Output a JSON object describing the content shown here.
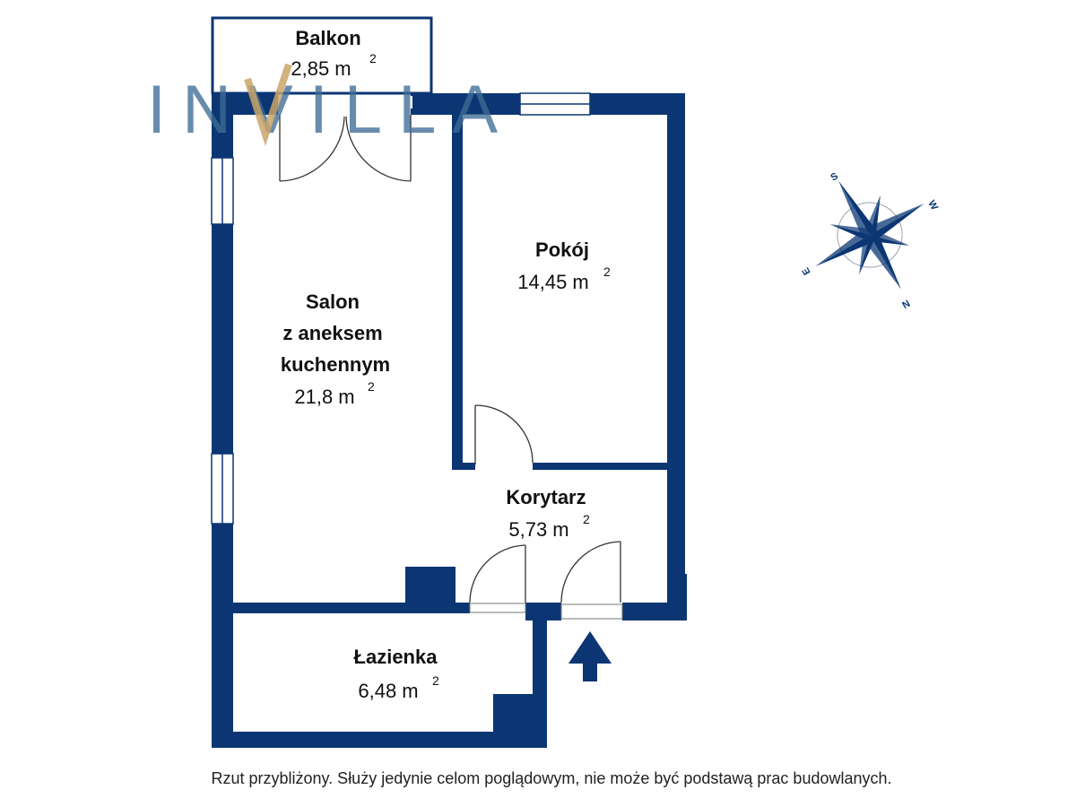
{
  "brand": {
    "logo_text": "INVILLA"
  },
  "rooms": [
    {
      "id": "balkon",
      "name_lines": [
        "Balkon"
      ],
      "area": "2,85 m",
      "sup": "2"
    },
    {
      "id": "salon",
      "name_lines": [
        "Salon",
        "z aneksem",
        "kuchennym"
      ],
      "area": "21,8 m",
      "sup": "2"
    },
    {
      "id": "pokoj",
      "name_lines": [
        "Pokój"
      ],
      "area": "14,45 m",
      "sup": "2"
    },
    {
      "id": "korytarz",
      "name_lines": [
        "Korytarz"
      ],
      "area": "5,73 m",
      "sup": "2"
    },
    {
      "id": "lazienka",
      "name_lines": [
        "Łazienka"
      ],
      "area": "6,48 m",
      "sup": "2"
    }
  ],
  "compass": {
    "labels": {
      "north": "N",
      "south": "S",
      "east": "E",
      "west": "W"
    }
  },
  "disclaimer": "Rzut przybliżony. Służy jedynie celom poglądowym, nie może być podstawą prac budowlanych.",
  "colors": {
    "wall": "#0b3673",
    "logo_blue": "#3e6b96",
    "logo_accent": "#c9a46a"
  }
}
